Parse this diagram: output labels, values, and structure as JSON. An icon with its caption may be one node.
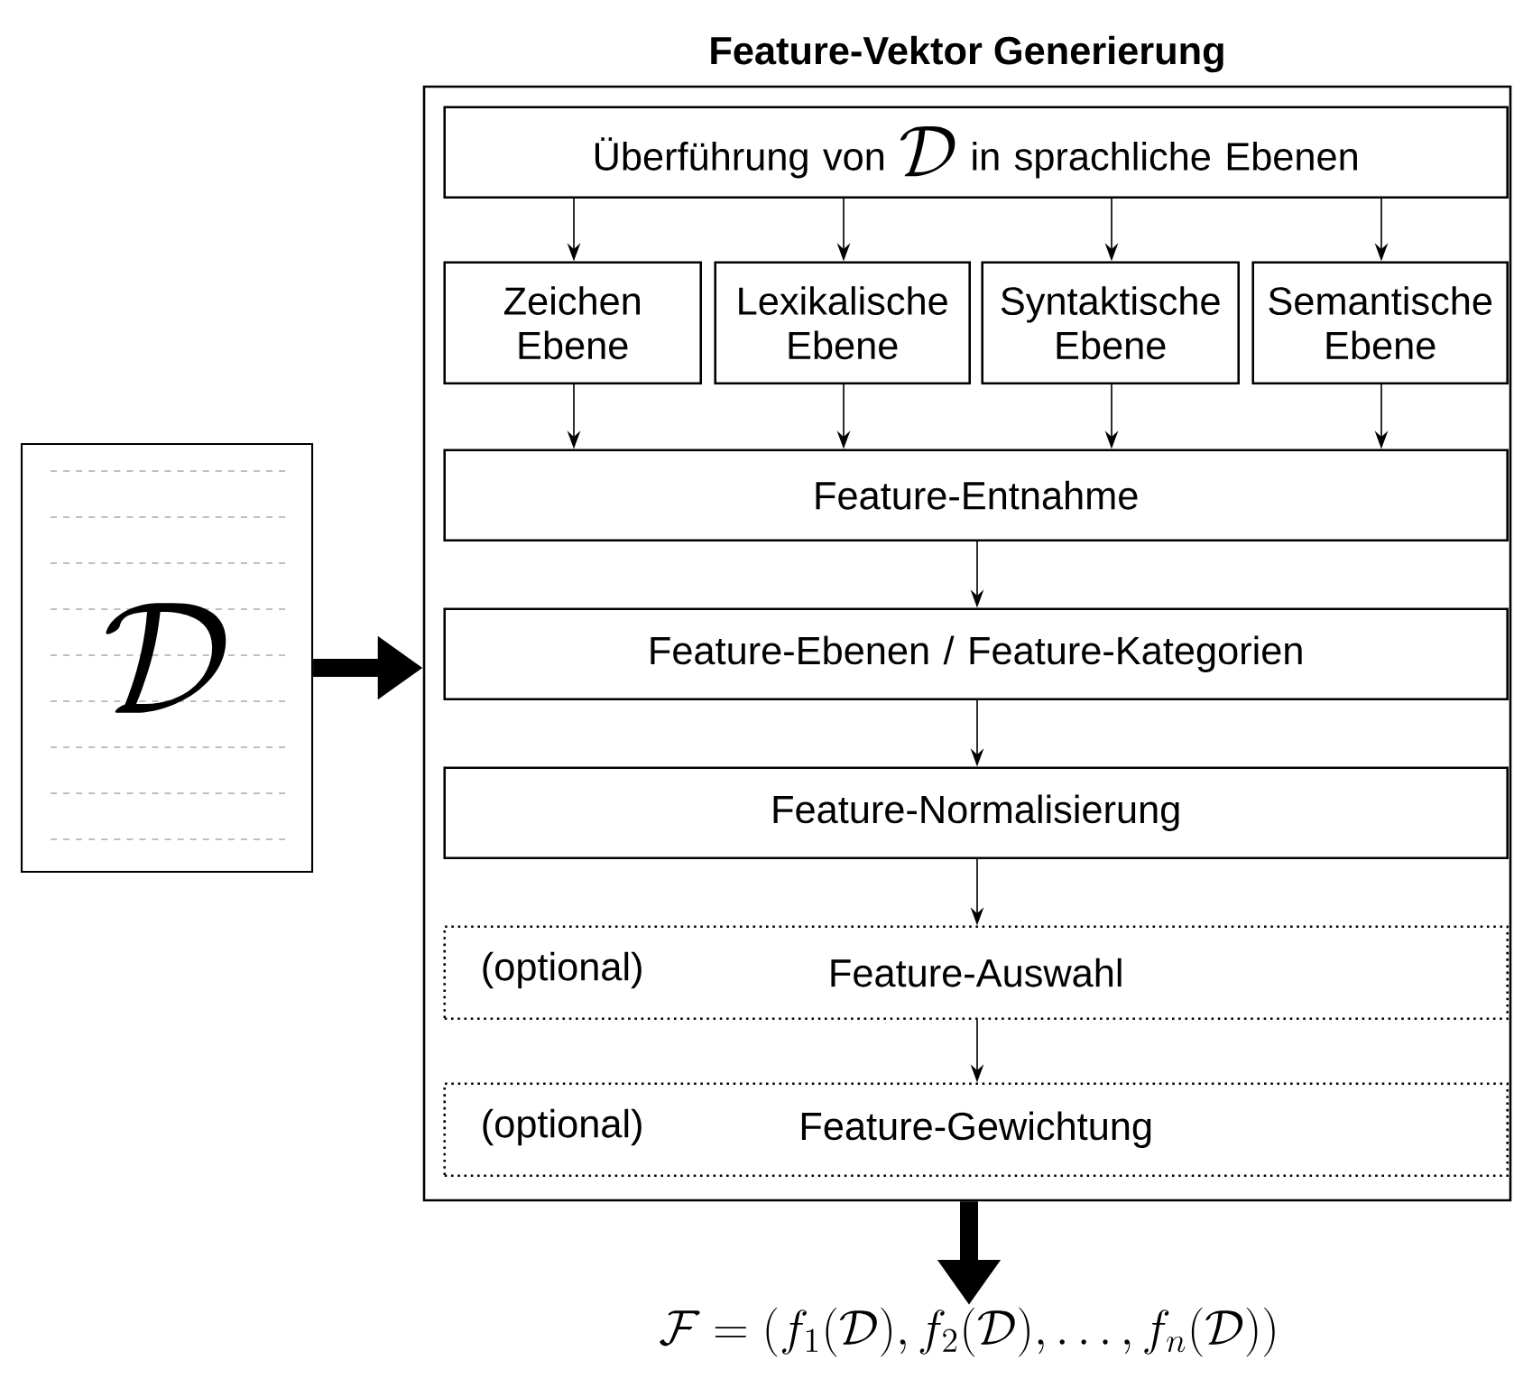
{
  "diagram": {
    "nodes": [
      {
        "text": [
          "Feature-Vektor Generierung"
        ]
      },
      {
        "text": [
          "Überführung von",
          "\\mathcal{D}",
          "in sprachliche Ebenen"
        ],
        "in": 0
      },
      {
        "text": [
          "Zeichen Ebene"
        ],
        "in": 0
      },
      {
        "text": [
          "Lexikalische Ebene"
        ],
        "in": 0
      },
      {
        "text": [
          "Syntaktische Ebene"
        ],
        "in": 0
      },
      {
        "text": [
          "Semantische Ebene"
        ],
        "in": 0
      },
      {
        "text": [
          "Feature-Entnahme"
        ],
        "in": 0
      },
      {
        "text": [
          "Feature-Ebenen / Feature-Kategorien"
        ],
        "in": 0
      },
      {
        "text": [
          "Feature-Normalisierung"
        ],
        "in": 0
      },
      {
        "text": [
          "(optional)",
          "Feature-Auswahl"
        ],
        "in": 0
      },
      {
        "text": [
          "(optional)",
          "Feature-Gewichtung"
        ],
        "in": 0
      },
      {
        "text": [
          "\\mathcal{D}"
        ]
      },
      {
        "text": [
          "\\mathcal{F} = \\bigl(f_1(\\mathcal{D}), f_2(\\mathcal{D}), \\ldots, f_n(\\mathcal{D})\\bigr)"
        ]
      }
    ],
    "edges": [
      {
        "from": 1,
        "to": 2,
        "arrow": "to"
      },
      {
        "from": 1,
        "to": 3,
        "arrow": "to"
      },
      {
        "from": 1,
        "to": 4,
        "arrow": "to"
      },
      {
        "from": 1,
        "to": 5,
        "arrow": "to"
      },
      {
        "from": 2,
        "to": 6,
        "arrow": "to"
      },
      {
        "from": 3,
        "to": 6,
        "arrow": "to"
      },
      {
        "from": 4,
        "to": 6,
        "arrow": "to"
      },
      {
        "from": 5,
        "to": 6,
        "arrow": "to"
      },
      {
        "from": 6,
        "to": 7,
        "arrow": "to"
      },
      {
        "from": 7,
        "to": 8,
        "arrow": "to"
      },
      {
        "from": 8,
        "to": 9,
        "arrow": "to"
      },
      {
        "from": 9,
        "to": 10,
        "arrow": "to"
      },
      {
        "from": 11,
        "to": 0,
        "arrow": "to",
        "style": "thick"
      },
      {
        "from": 0,
        "to": 12,
        "arrow": "to",
        "style": "thick"
      }
    ]
  }
}
